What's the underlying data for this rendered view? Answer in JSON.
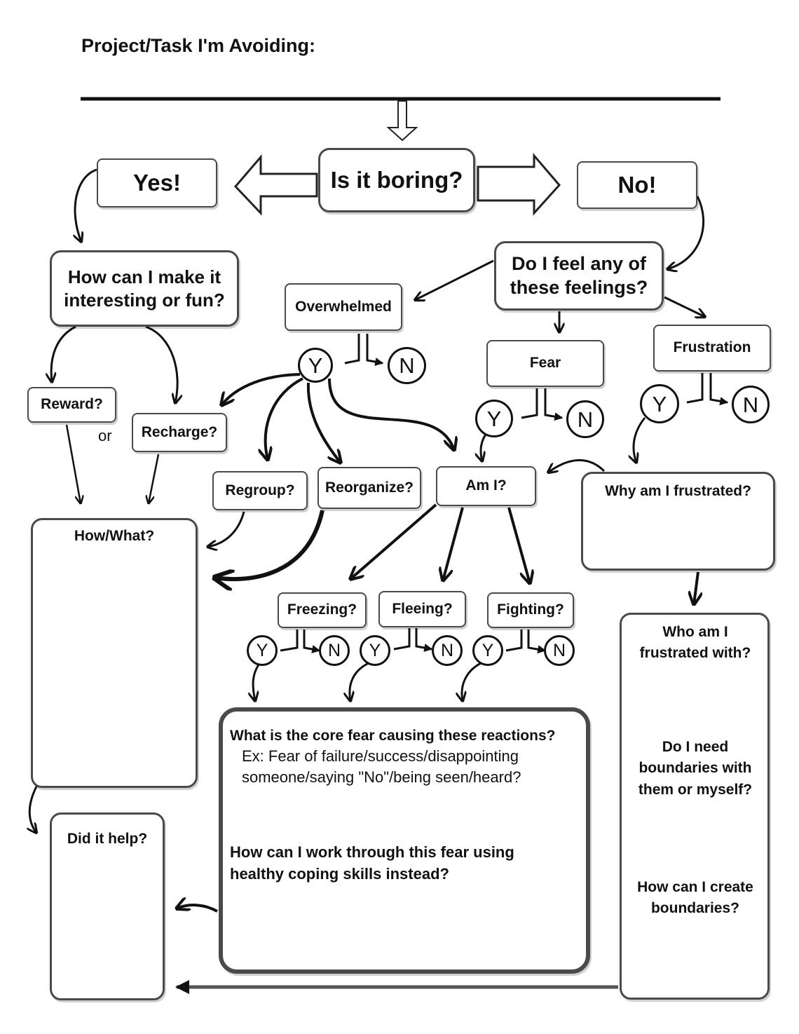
{
  "header": {
    "title": "Project/Task I'm Avoiding:"
  },
  "nodes": {
    "boring": "Is it boring?",
    "yes": "Yes!",
    "no": "No!",
    "make_fun": "How can I make it interesting or fun?",
    "feelings": "Do I feel any of these feelings?",
    "overwhelmed": "Overwhelmed",
    "fear": "Fear",
    "frustration": "Frustration",
    "reward": "Reward?",
    "or": "or",
    "recharge": "Recharge?",
    "regroup": "Regroup?",
    "reorganize": "Reorganize?",
    "am_i": "Am I?",
    "why_frustrated": "Why am I frustrated?",
    "how_what": "How/What?",
    "freezing": "Freezing?",
    "fleeing": "Fleeing?",
    "fighting": "Fighting?",
    "core_fear": {
      "question": "What is the core fear causing these reactions?",
      "example_line1": "Ex: Fear of failure/success/disappointing",
      "example_line2": "someone/saying \"No\"/being seen/heard?",
      "work_through": "How can I work through this fear using healthy coping skills instead?"
    },
    "did_it_help": "Did it help?",
    "frustrated_with": {
      "who": "Who am I frustrated with?",
      "boundaries_need": "Do I need boundaries with them or myself?",
      "create": "How can I create boundaries?"
    }
  },
  "yn": {
    "yes": "Y",
    "no": "N"
  }
}
